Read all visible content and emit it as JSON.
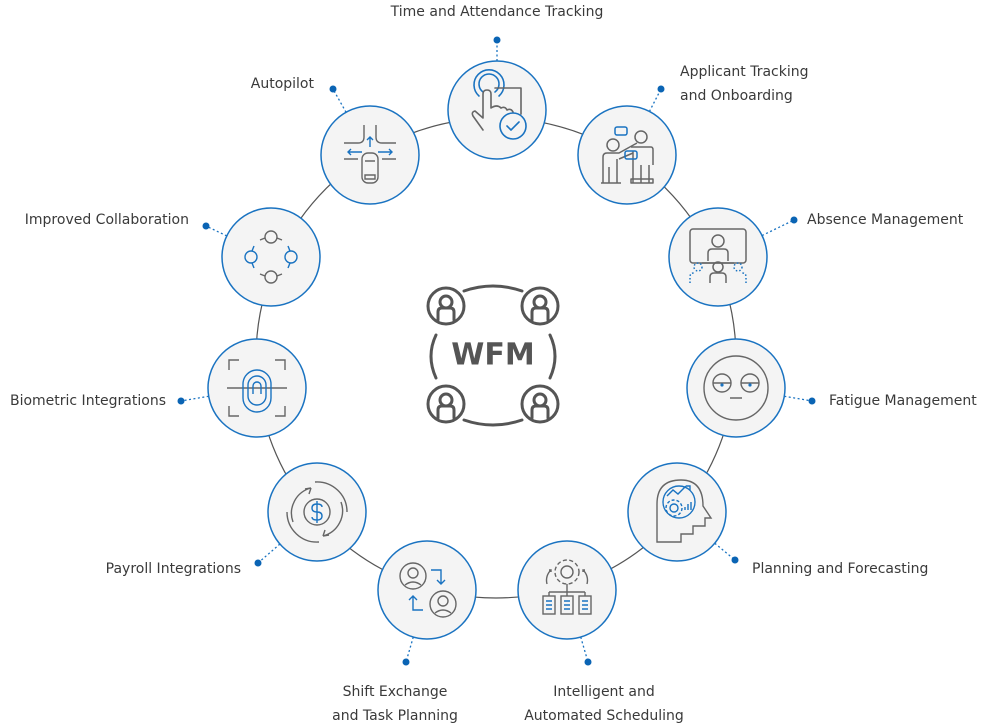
{
  "hub": {
    "label": "WFM",
    "icon": "people-network-icon"
  },
  "colors": {
    "accent": "#1a73c1",
    "dot": "#0a64b4",
    "line": "#555555",
    "icon_gray": "#666666",
    "node_fill": "#f4f4f4",
    "text": "#3a3a3a"
  },
  "nodes": [
    {
      "id": "time-attendance",
      "lines": [
        "Time and Attendance Tracking"
      ],
      "icon": "touch-check-icon"
    },
    {
      "id": "applicant-tracking",
      "lines": [
        "Applicant Tracking",
        "and Onboarding"
      ],
      "icon": "two-people-talking-icon"
    },
    {
      "id": "absence-management",
      "lines": [
        "Absence Management"
      ],
      "icon": "video-meeting-icon"
    },
    {
      "id": "fatigue-management",
      "lines": [
        "Fatigue Management"
      ],
      "icon": "tired-face-icon"
    },
    {
      "id": "planning-forecasting",
      "lines": [
        "Planning and Forecasting"
      ],
      "icon": "head-gear-chart-icon"
    },
    {
      "id": "intelligent-scheduling",
      "lines": [
        "Intelligent and",
        "Automated Scheduling"
      ],
      "icon": "gear-documents-icon"
    },
    {
      "id": "shift-exchange",
      "lines": [
        "Shift Exchange",
        "and Task Planning"
      ],
      "icon": "user-swap-icon"
    },
    {
      "id": "payroll-integrations",
      "lines": [
        "Payroll Integrations"
      ],
      "icon": "dollar-cycle-icon"
    },
    {
      "id": "biometric-integrations",
      "lines": [
        "Biometric Integrations"
      ],
      "icon": "fingerprint-scan-icon"
    },
    {
      "id": "improved-collaboration",
      "lines": [
        "Improved Collaboration"
      ],
      "icon": "collaboration-circles-icon"
    },
    {
      "id": "autopilot",
      "lines": [
        "Autopilot"
      ],
      "icon": "car-intersection-icon"
    }
  ]
}
